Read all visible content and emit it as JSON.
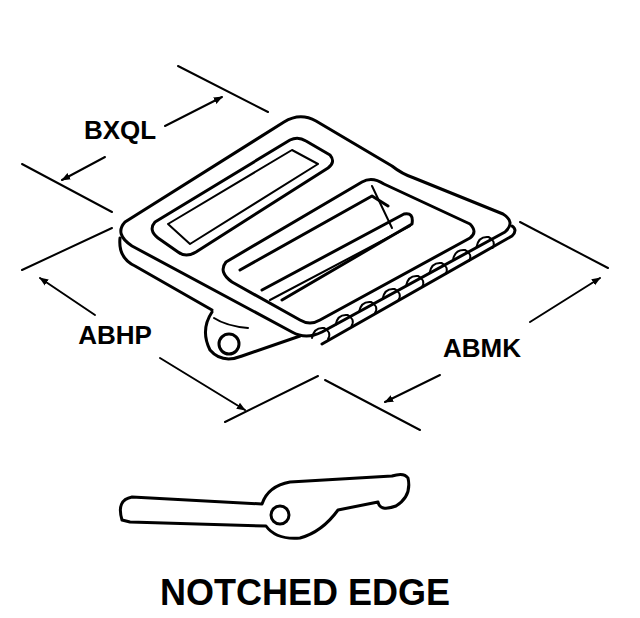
{
  "diagram": {
    "labels": [
      "BXQL",
      "ABHP",
      "ABMK",
      "NOTCHED EDGE"
    ]
  }
}
